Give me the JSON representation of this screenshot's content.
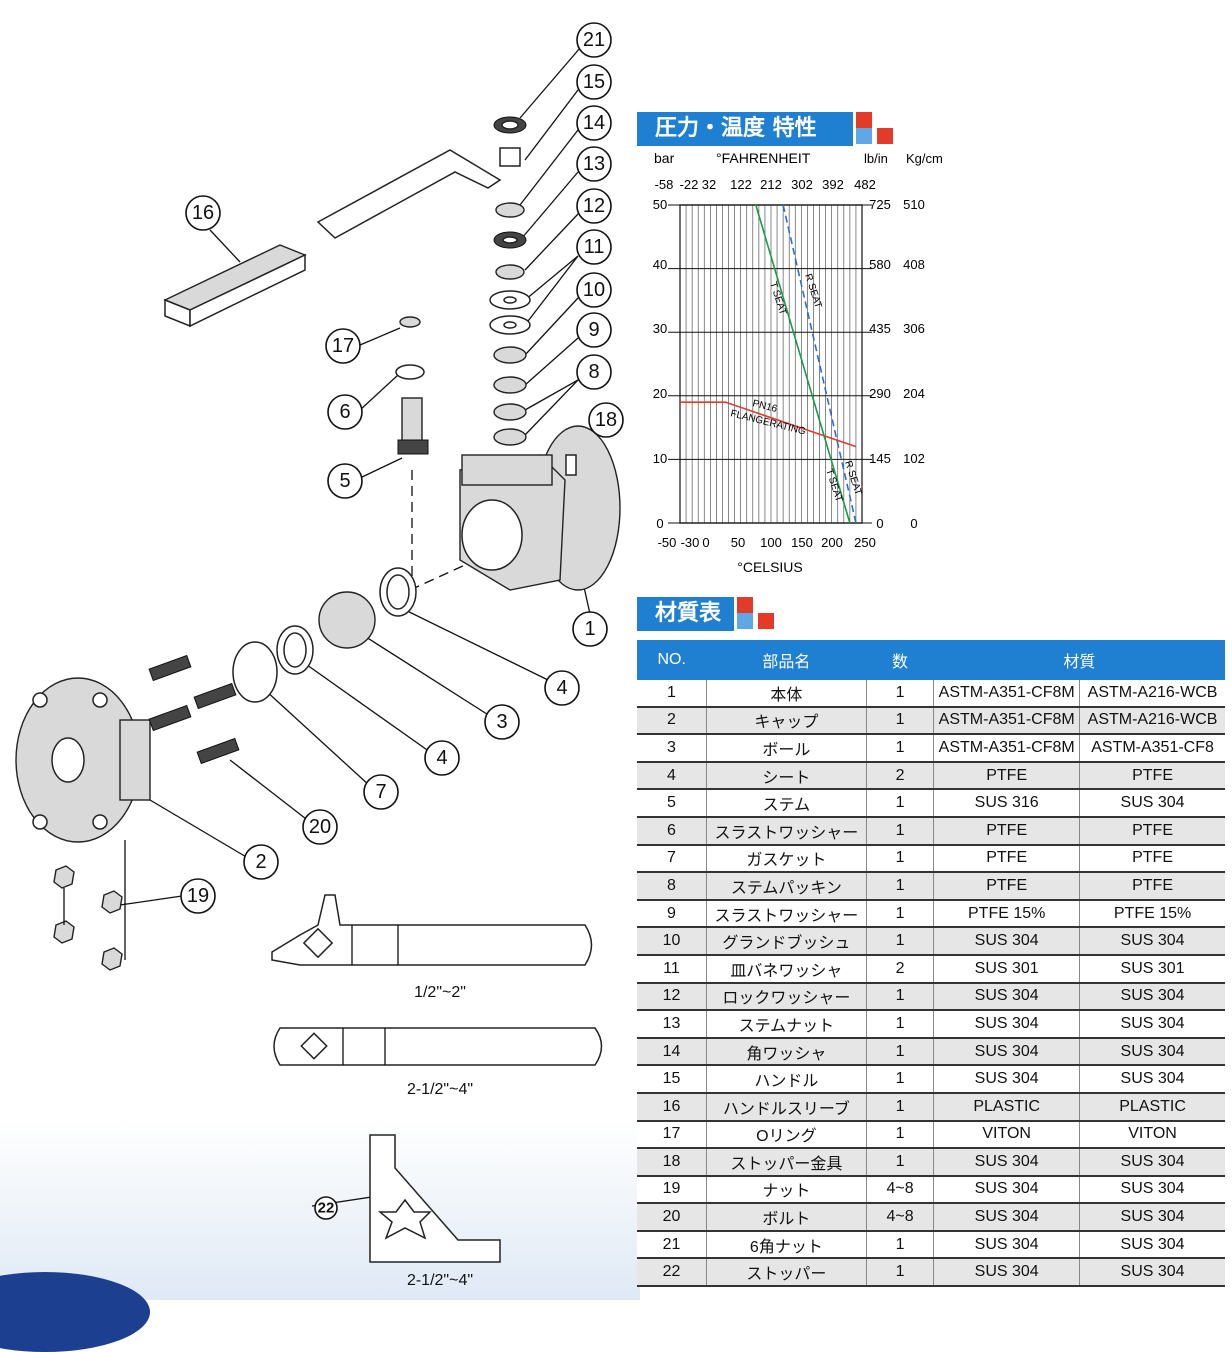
{
  "chart": {
    "title": "圧力・温度 特性",
    "unit_bar": "bar",
    "unit_fahrenheit": "°FAHRENHEIT",
    "unit_lbin": "lb/in",
    "unit_kgcm": "Kg/cm",
    "unit_celsius": "°CELSIUS",
    "fahrenheit_ticks": [
      "-58",
      "-22",
      "32",
      "122",
      "212",
      "302",
      "392",
      "482"
    ],
    "celsius_ticks": [
      "-50",
      "-30",
      "0",
      "50",
      "100",
      "150",
      "200",
      "250"
    ],
    "bar_ticks": [
      "50",
      "40",
      "30",
      "20",
      "10",
      "0"
    ],
    "lbin_ticks": [
      "725",
      "580",
      "435",
      "290",
      "145",
      "0"
    ],
    "kgcm_ticks": [
      "510",
      "408",
      "306",
      "204",
      "102",
      "0"
    ],
    "labels": {
      "r_seat_top": "R SEAT",
      "t_seat_top": "T SEAT",
      "pn16": "PN16",
      "flange_rating": "FLANGERATING",
      "r_seat_bottom": "R SEAT",
      "t_seat_bottom": "T SEAT"
    }
  },
  "chart_data": {
    "type": "line",
    "title": "圧力・温度 特性",
    "xlabel": "°CELSIUS",
    "ylabel": "bar",
    "xlim": [
      -50,
      250
    ],
    "ylim": [
      0,
      50
    ],
    "series": [
      {
        "name": "PN16 FLANGERATING",
        "color": "#e23b2a",
        "dash": false,
        "x": [
          -50,
          25,
          240
        ],
        "y": [
          19,
          19,
          12
        ]
      },
      {
        "name": "T SEAT",
        "color": "#1a9a4a",
        "dash": false,
        "x": [
          75,
          230
        ],
        "y": [
          50,
          0
        ]
      },
      {
        "name": "R SEAT",
        "color": "#2a6fd0",
        "dash": true,
        "x": [
          120,
          240
        ],
        "y": [
          50,
          0
        ]
      }
    ]
  },
  "materials": {
    "title": "材質表",
    "headers": {
      "no": "NO.",
      "name": "部品名",
      "qty": "数",
      "material": "材質"
    },
    "rows": [
      {
        "no": "1",
        "name": "本体",
        "qty": "1",
        "m1": "ASTM-A351-CF8M",
        "m2": "ASTM-A216-WCB"
      },
      {
        "no": "2",
        "name": "キャップ",
        "qty": "1",
        "m1": "ASTM-A351-CF8M",
        "m2": "ASTM-A216-WCB"
      },
      {
        "no": "3",
        "name": "ボール",
        "qty": "1",
        "m1": "ASTM-A351-CF8M",
        "m2": "ASTM-A351-CF8"
      },
      {
        "no": "4",
        "name": "シート",
        "qty": "2",
        "m1": "PTFE",
        "m2": "PTFE"
      },
      {
        "no": "5",
        "name": "ステム",
        "qty": "1",
        "m1": "SUS 316",
        "m2": "SUS 304"
      },
      {
        "no": "6",
        "name": "スラストワッシャー",
        "qty": "1",
        "m1": "PTFE",
        "m2": "PTFE"
      },
      {
        "no": "7",
        "name": "ガスケット",
        "qty": "1",
        "m1": "PTFE",
        "m2": "PTFE"
      },
      {
        "no": "8",
        "name": "ステムパッキン",
        "qty": "1",
        "m1": "PTFE",
        "m2": "PTFE"
      },
      {
        "no": "9",
        "name": "スラストワッシャー",
        "qty": "1",
        "m1": "PTFE 15%",
        "m2": "PTFE 15%"
      },
      {
        "no": "10",
        "name": "グランドブッシュ",
        "qty": "1",
        "m1": "SUS 304",
        "m2": "SUS 304"
      },
      {
        "no": "11",
        "name": "皿バネワッシャ",
        "qty": "2",
        "m1": "SUS 301",
        "m2": "SUS 301"
      },
      {
        "no": "12",
        "name": "ロックワッシャー",
        "qty": "1",
        "m1": "SUS 304",
        "m2": "SUS 304"
      },
      {
        "no": "13",
        "name": "ステムナット",
        "qty": "1",
        "m1": "SUS 304",
        "m2": "SUS 304"
      },
      {
        "no": "14",
        "name": "角ワッシャ",
        "qty": "1",
        "m1": "SUS 304",
        "m2": "SUS 304"
      },
      {
        "no": "15",
        "name": "ハンドル",
        "qty": "1",
        "m1": "SUS 304",
        "m2": "SUS 304"
      },
      {
        "no": "16",
        "name": "ハンドルスリーブ",
        "qty": "1",
        "m1": "PLASTIC",
        "m2": "PLASTIC"
      },
      {
        "no": "17",
        "name": "Oリング",
        "qty": "1",
        "m1": "VITON",
        "m2": "VITON"
      },
      {
        "no": "18",
        "name": "ストッパー金具",
        "qty": "1",
        "m1": "SUS 304",
        "m2": "SUS 304"
      },
      {
        "no": "19",
        "name": "ナット",
        "qty": "4~8",
        "m1": "SUS 304",
        "m2": "SUS 304"
      },
      {
        "no": "20",
        "name": "ボルト",
        "qty": "4~8",
        "m1": "SUS 304",
        "m2": "SUS 304"
      },
      {
        "no": "21",
        "name": "6角ナット",
        "qty": "1",
        "m1": "SUS 304",
        "m2": "SUS 304"
      },
      {
        "no": "22",
        "name": "ストッパー",
        "qty": "1",
        "m1": "SUS 304",
        "m2": "SUS 304"
      }
    ]
  },
  "diagram": {
    "callouts": [
      "21",
      "15",
      "14",
      "13",
      "12",
      "11",
      "10",
      "9",
      "8",
      "18",
      "16",
      "17",
      "6",
      "5",
      "1",
      "4",
      "3",
      "4",
      "7",
      "20",
      "2",
      "19",
      "22"
    ],
    "size_labels": [
      "1/2\"~2\"",
      "2-1/2\"~4\"",
      "2-1/2\"~4\""
    ]
  }
}
